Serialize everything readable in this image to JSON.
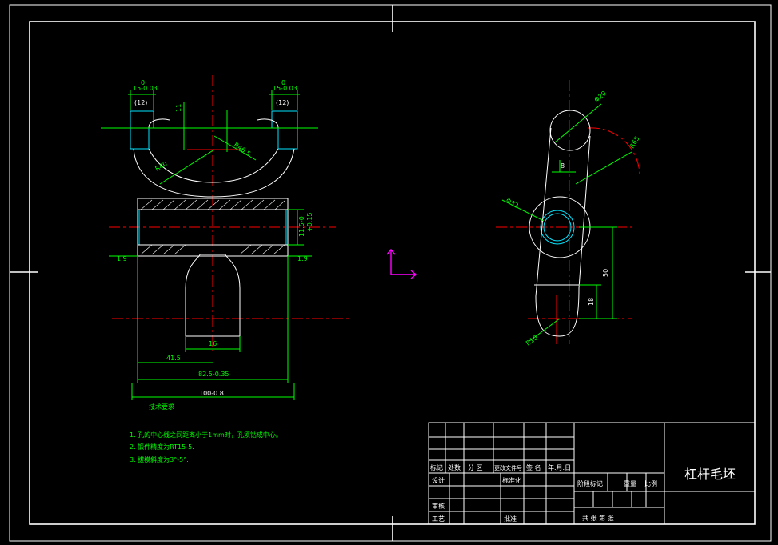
{
  "front_view": {
    "dims": {
      "top_left": "15-0.03",
      "top_right": "15-0.03",
      "top_left_sub": "(12)",
      "top_right_sub": "(12)",
      "v11": "11",
      "radius": "R40",
      "r_right": "R46.5",
      "left_small": "1.9",
      "right_small": "1.9",
      "hub_dia": "11.5-0",
      "hub_dia2": "+0.15",
      "stem": "16",
      "w41": "41.5",
      "w82": "82.5-0.35",
      "w100": "100-0.8",
      "zero_a": "0",
      "zero_b": "0"
    }
  },
  "side_view": {
    "dims": {
      "top_dia": "Φ20",
      "r65": "R65",
      "hole": "Φ32",
      "w8": "8",
      "v50": "50",
      "v18": "18",
      "bottom_r": "R10"
    }
  },
  "notes": {
    "title": "技术要求",
    "items": [
      "1. 孔的中心线之间距离小于1mm时，孔须钻成中心。",
      "2. 锻件精度为RT15-5.",
      "3. 拔模斜度为3°-5°."
    ]
  },
  "title_block": {
    "part_name": "杠杆毛坯",
    "row_labels": [
      "标记",
      "处数",
      "分 区",
      "更改文件号",
      "签 名",
      "年.月.日"
    ],
    "design": "设计",
    "standard": "标准化",
    "review": "审核",
    "process": "工艺",
    "approve": "批准",
    "stage": "阶段标记",
    "weight": "重量",
    "scale": "比例",
    "sheets": "共   张  第   张"
  }
}
